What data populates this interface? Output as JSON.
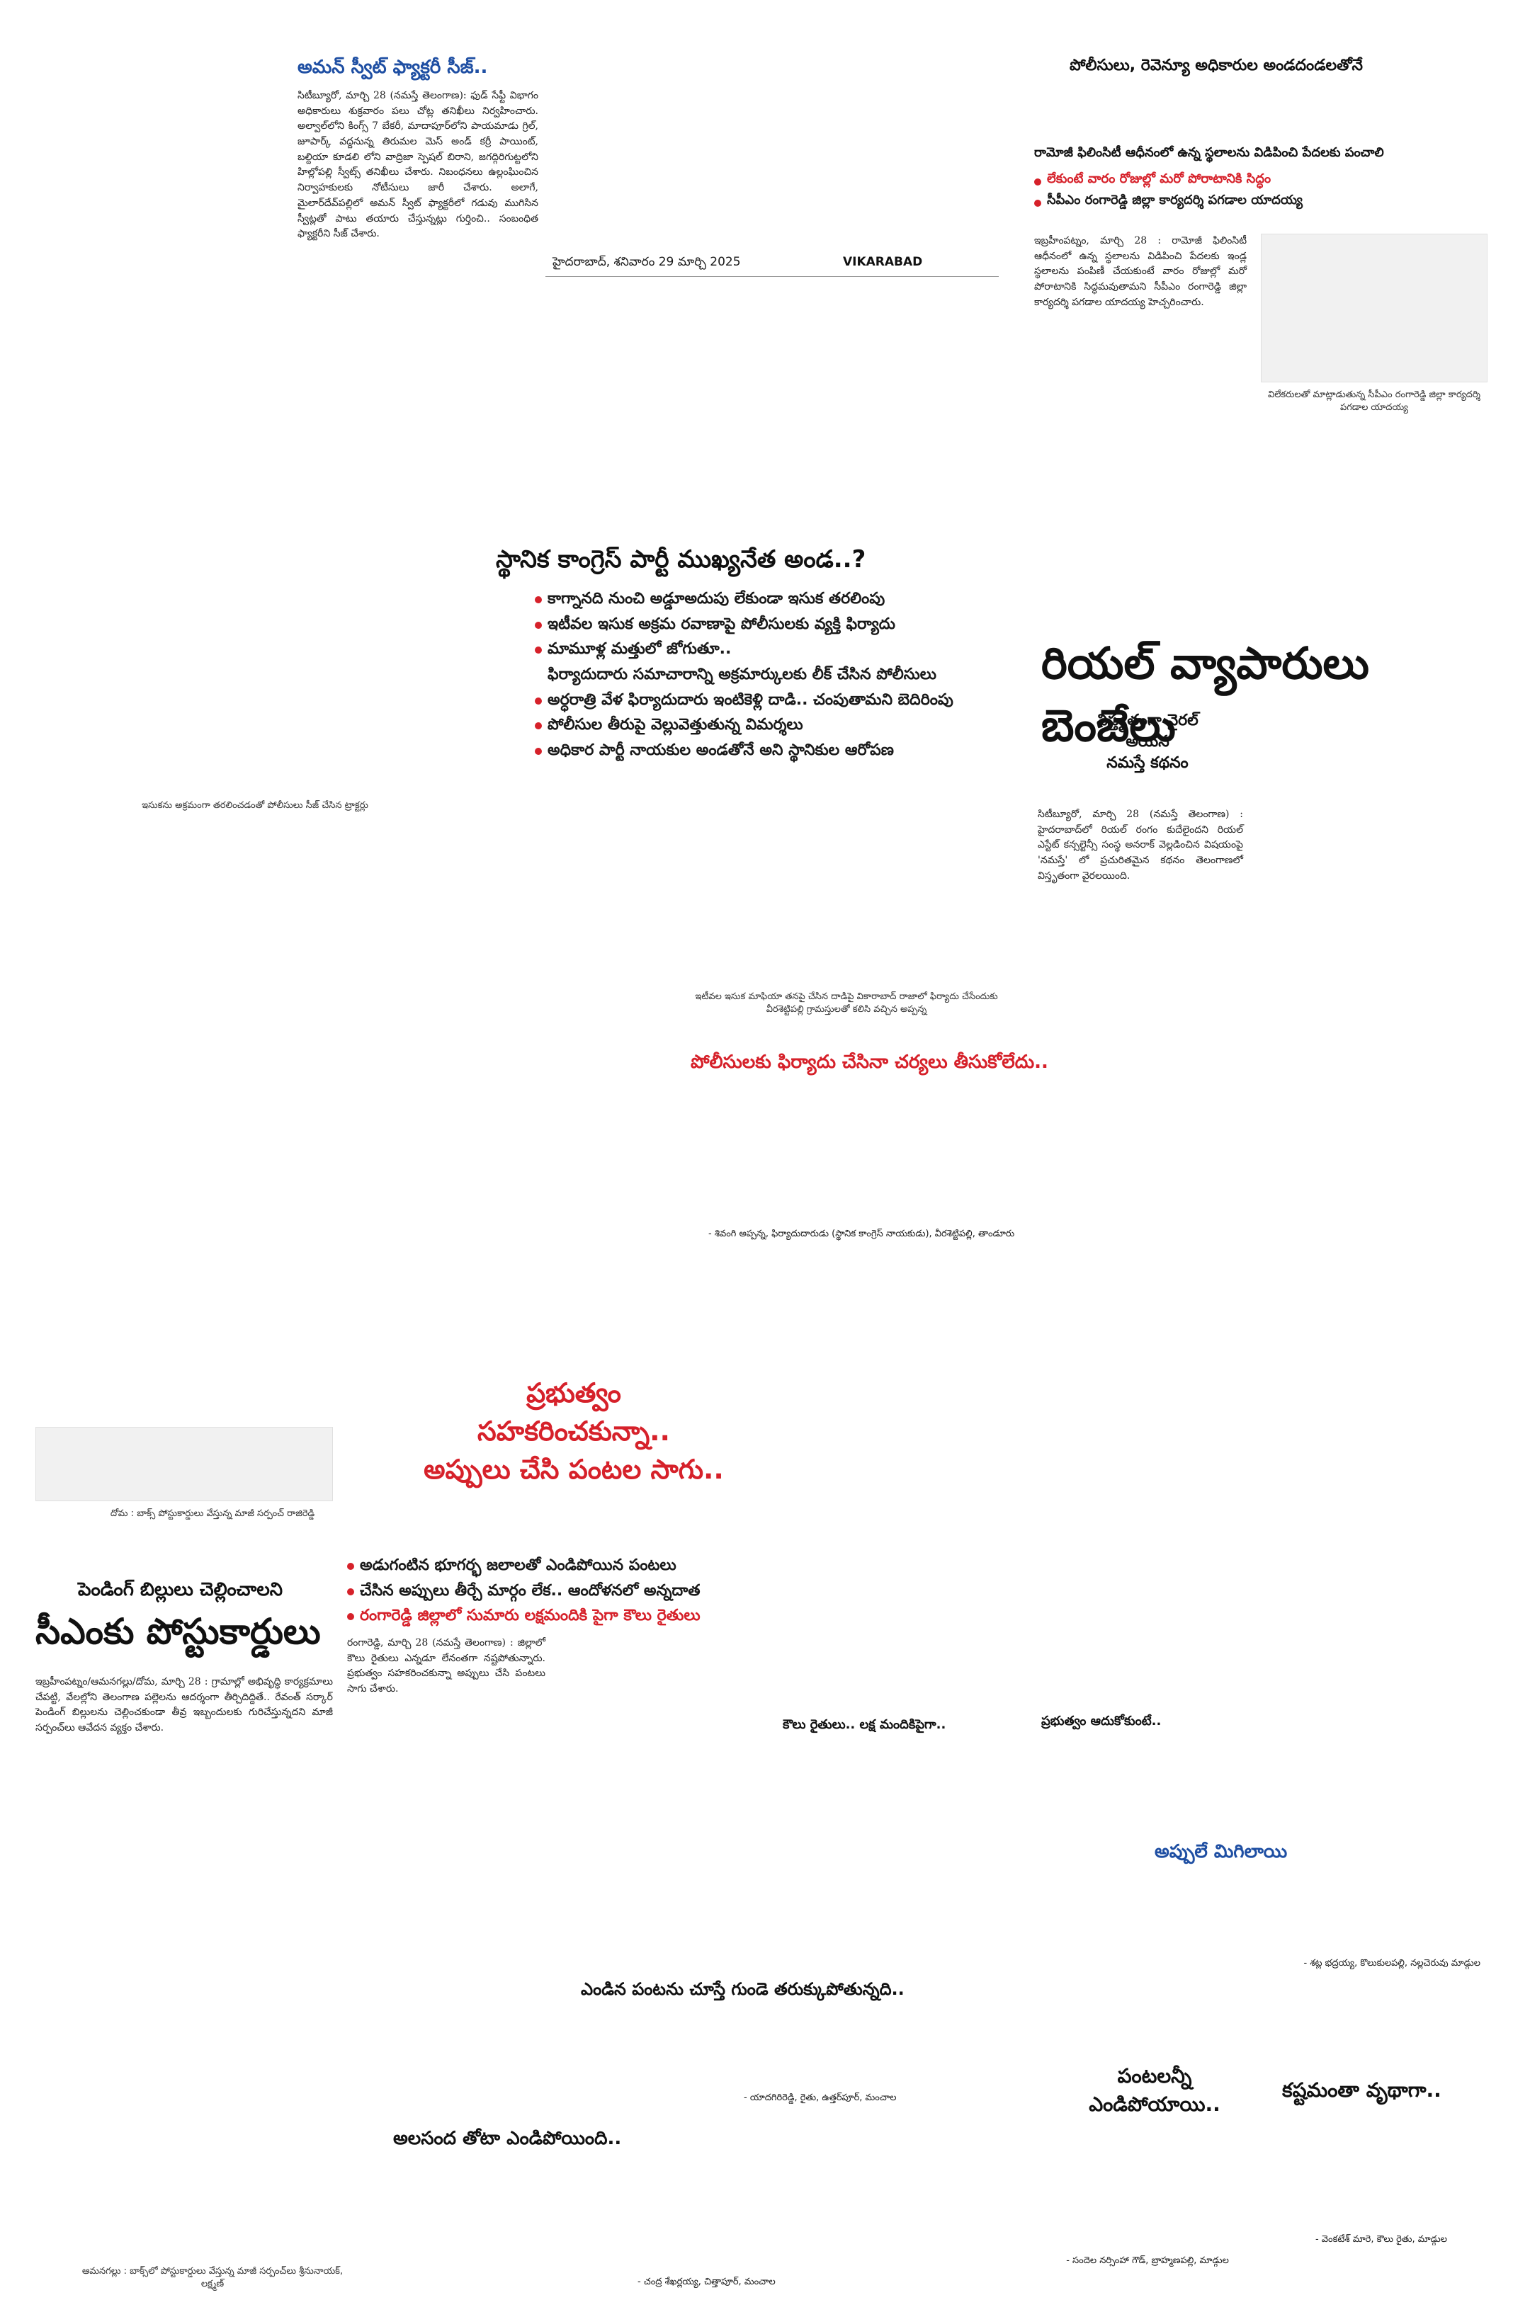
{
  "masthead": {
    "date_line": "హైదరాబాద్, శనివారం 29 మార్చి 2025",
    "edition": "VIKARABAD"
  },
  "story1": {
    "headline": "అమన్ స్వీట్ ఫ్యాక్టరీ సీజ్..",
    "body": "సిటీబ్యూరో, మార్చి 28 (నమస్తే తెలంగాణ): ఫుడ్ సేఫ్టీ విభాగం అధికారులు శుక్రవారం పలు చోట్ల తనిఖీలు నిర్వహించారు. అల్వాల్‌లోని కింగ్స్ 7 బేకరీ, మాదాపూర్‌లోని పాయమాడు గ్రిల్, జూపార్క్ వద్దనున్న తిరుమల మెస్ అండ్ కర్రీ పాయింట్, బల్దియా కూడలి లోని వాద్రిజా స్పెషల్ బిరాని, జగద్గిరిగుట్టలోని హిల్లోపల్లి స్వీట్స్ తనిఖీలు చేశారు. నిబంధనలు ఉల్లంఘించిన నిర్వాహకులకు నోటీసులు జారీ చేశారు. అలాగే, మైలార్‌దేవ్‌పల్లిలో అమన్ స్వీట్ ఫ్యాక్టరీలో గడువు ముగిసిన స్వీట్లతో పాటు తయారు చేస్తున్నట్లు గుర్తించి.. సంబంధిత ఫ్యాక్టరీని సీజ్ చేశారు."
  },
  "story2": {
    "kicker": "పోలీసులు, రెవెన్యూ అధికారుల అండదండలతోనే",
    "deck": "రామోజీ ఫిలింసిటీ ఆధీనంలో ఉన్న స్థలాలను విడిపించి పేదలకు పంచాలి",
    "bullets": [
      "లేకుంటే వారం రోజుల్లో మరో పోరాటానికి సిద్ధం",
      "సీపీఎం రంగారెడ్డి జిల్లా కార్యదర్శి పగడాల యాదయ్య"
    ],
    "body": "ఇబ్రహీంపట్నం, మార్చి 28 : రామోజీ ఫిలింసిటీ ఆధీనంలో ఉన్న స్థలాలను విడిపించి పేదలకు ఇండ్ల స్థలాలను పంపిణీ చేయకుంటే వారం రోజుల్లో మరో పోరాటానికి సిద్ధమవుతామని సీపీఎం రంగారెడ్డి జిల్లా కార్యదర్శి పగడాల యాదయ్య హెచ్చరించారు.",
    "photo_caption": "విలేకరులతో మాట్లాడుతున్న సీపీఎం రంగారెడ్డి జిల్లా కార్యదర్శి పగడాల యాదయ్య"
  },
  "story3": {
    "headline": "స్థానిక కాంగ్రెస్ పార్టీ ముఖ్యనేత అండ..?",
    "bullets": [
      "కాగ్నానది నుంచి అడ్డూఅదుపు లేకుండా ఇసుక తరలింపు",
      "ఇటీవల ఇసుక అక్రమ రవాణాపై పోలీసులకు వ్యక్తి ఫిర్యాదు",
      "మామూళ్ల మత్తులో జోగుతూ..",
      "ఫిర్యాదుదారు సమాచారాన్ని అక్రమార్కులకు లీక్ చేసిన పోలీసులు",
      "అర్ధరాత్రి వేళ ఫిర్యాదుదారు ఇంటికెళ్లి దాడి.. చంపుతామని బెదిరింపు",
      "పోలీసుల తీరుపై వెల్లువెత్తుతున్న విమర్శలు",
      "అధికార పార్టీ నాయకుల అండతోనే అని స్థానికుల ఆరోపణ"
    ],
    "photo_caption": "ఇసుకను అక్రమంగా తరలించడంతో పోలీసులు సీజ్ చేసిన ట్రాక్టర్లు",
    "sub_headline": "పోలీసులకు ఫిర్యాదు చేసినా చర్యలు తీసుకోలేదు..",
    "quote_caption": "ఇటీవల ఇసుక మాఫియా తనపై చేసిన దాడిపై వికారాబాద్ రాజాలో ఫిర్యాదు చేసేందుకు వీరశెట్టిపల్లి గ్రామస్తులతో కలిసి వచ్చిన అప్పన్న",
    "byline": "- శివంగి అప్పన్న, ఫిర్యాదుదారుడు (స్థానిక కాంగ్రెస్ నాయకుడు), వీరశెట్టిపల్లి, తాండూరు"
  },
  "story4": {
    "headline": "రియల్ వ్యాపారులు బెంబేలు",
    "deck": [
      "విస్తృతంగా వైరల్",
      "అయిన",
      "నమస్తే కథనం"
    ],
    "body": "సిటీబ్యూరో, మార్చి 28 (నమస్తే తెలంగాణ) : హైదరాబాద్‌లో రియల్ రంగం కుదేలైందని రియల్ ఎస్టేట్ కన్సల్టెన్సీ సంస్థ అనరాక్ వెల్లడించిన విషయంపై 'నమస్తే' లో ప్రచురితమైన కథనం తెలంగాణలో విస్తృతంగా వైరలయింది."
  },
  "story5": {
    "headline_lines": [
      "ప్రభుత్వం",
      "సహకరించకున్నా..",
      "అప్పులు చేసి పంటల సాగు.."
    ],
    "bullets": [
      "అడుగంటిన భూగర్భ జలాలతో ఎండిపోయిన పంటలు",
      "చేసిన అప్పులు తీర్చే మార్గం లేక.. ఆందోళనలో అన్నదాత",
      "రంగారెడ్డి జిల్లాలో సుమారు లక్షమందికి పైగా కౌలు రైతులు"
    ],
    "body": "రంగారెడ్డి, మార్చి 28 (నమస్తే తెలంగాణ) : జిల్లాలో కౌలు రైతులు ఎన్నడూ లేనంతగా నష్టపోతున్నారు. ప్రభుత్వం సహకరించకున్నా అప్పులు చేసి పంటలు సాగు చేశారు.",
    "sub1": "కౌలు రైతులు.. లక్ష మందికిపైగా..",
    "sub2": "ప్రభుత్వం ఆదుకోకుంటే..",
    "sub3": "అప్పులే మిగిలాయి"
  },
  "story6": {
    "top_caption": "దోమ : బాక్స్ పోస్టుకార్డులు వేస్తున్న మాజీ సర్పంచ్ రాజిరెడ్డి",
    "headline_small": "పెండింగ్ బిల్లులు చెల్లించాలని",
    "headline": "సీఎంకు పోస్టుకార్డులు",
    "body": "ఇబ్రహీంపట్నం/ఆమనగల్లు/దోమ, మార్చి 28 : గ్రామాల్లో అభివృద్ధి కార్యక్రమాలు చేపట్టి, వేలల్లోని తెలంగాణ పల్లెలను ఆదర్శంగా తీర్చిదిద్దితే.. రేవంత్ సర్కార్ పెండింగ్ బిల్లులను చెల్లించకుండా తీవ్ర ఇబ్బందులకు గురిచేస్తున్నదని మాజీ సర్పంచ్‌లు ఆవేదన వ్యక్తం చేశారు.",
    "bottom_caption": "ఆమనగల్లు : బాక్స్‌లో పోస్టుకార్డులు వేస్తున్న మాజీ సర్పంచ్‌లు శ్రీనునాయక్, లక్ష్మణ్"
  },
  "story7": {
    "headline": "ఎండిన పంటను చూస్తే గుండె తరుక్కుపోతున్నది..",
    "byline": "- యాదగిరిరెడ్డి, రైతు, ఉత్తర్‌పూర్, మంచాల"
  },
  "story8": {
    "headline": "అలసంద తోటా ఎండిపోయింది..",
    "byline": "- చంద్ర శేఖర్ల‌య్య, చిత్తాపూర్, మంచాల"
  },
  "story9": {
    "headline": "పంటలన్నీ ఎండిపోయాయి..",
    "byline": "- సందెల నర్సింహా గౌడ్, బ్రాహ్మణపల్లి, మాడ్గుల"
  },
  "story10": {
    "headline": "కష్టమంతా వృథాగా..",
    "byline": "- వెంకటేశ్ మారె, కౌలు రైతు, మాడ్గుల"
  },
  "story11_byline": "- శట్ల భద్రయ్య, కొలుకులపల్లి, నల్లచెరువు మాడ్గుల",
  "colors": {
    "accent_red": "#d6212a",
    "accent_blue": "#1f4fa3"
  }
}
